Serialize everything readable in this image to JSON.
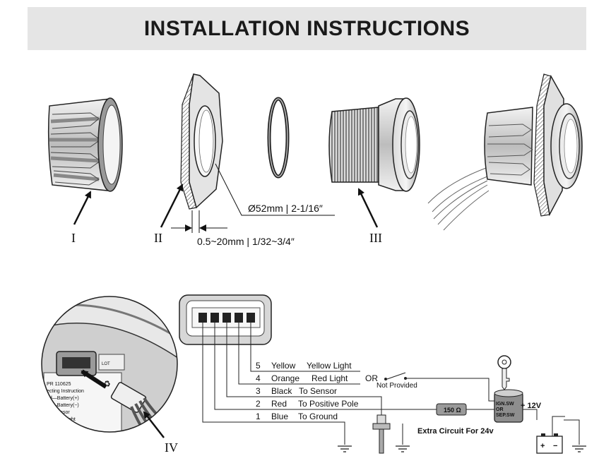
{
  "title": "INSTALLATION INSTRUCTIONS",
  "parts": {
    "label_1": "I",
    "label_2": "II",
    "label_3": "III",
    "label_4": "IV"
  },
  "dimensions": {
    "hole_diameter": "Ø52mm | 2-1/16″",
    "panel_thickness": "0.5~20mm | 1/32~3/4″"
  },
  "wiring": {
    "wires": [
      {
        "num": "5",
        "color": "Yellow",
        "function": "Yellow Light"
      },
      {
        "num": "4",
        "color": "Orange",
        "function": "Red Light"
      },
      {
        "num": "3",
        "color": "Black",
        "function": "To Sensor"
      },
      {
        "num": "2",
        "color": "Red",
        "function": "To Positive Pole"
      },
      {
        "num": "1",
        "color": "Blue",
        "function": "To Ground"
      }
    ],
    "or_label": "OR",
    "switch_label": "Not  Provided",
    "resistor_label": "150 Ω",
    "ignition_lines": [
      "IGN.SW",
      "OR",
      "SEP.SW"
    ],
    "voltage": "+ 12V",
    "extra_circuit": "Extra Circuit For 24v",
    "battery_plus": "+",
    "battery_minus": "−"
  },
  "inset_label": {
    "lines": [
      "PR 110625",
      "ecting Instruction",
      "ed—Battery(+)",
      "ue—Battery(−)",
      "k—Sensor",
      "e—Red Light",
      "—Yellow Light"
    ],
    "small_box": "LOT"
  }
}
